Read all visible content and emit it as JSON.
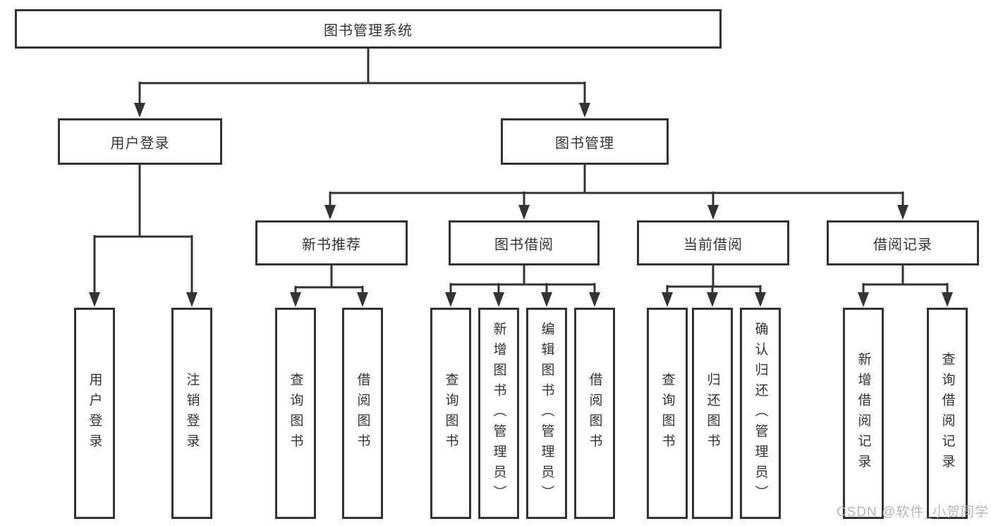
{
  "diagram": {
    "root": {
      "label": "图书管理系统"
    },
    "level2": {
      "user_login": {
        "label": "用户登录"
      },
      "book_management": {
        "label": "图书管理"
      }
    },
    "level3": {
      "new_book_recommend": {
        "label": "新书推荐"
      },
      "book_borrow": {
        "label": "图书借阅"
      },
      "current_borrow": {
        "label": "当前借阅"
      },
      "borrow_records": {
        "label": "借阅记录"
      }
    },
    "leaves": {
      "user_login": {
        "label": "用户登录"
      },
      "logout": {
        "label": "注销登录"
      },
      "query_books_recommend": {
        "label": "查询图书"
      },
      "borrow_books_recommend": {
        "label": "借阅图书"
      },
      "query_books_borrow": {
        "label": "查询图书"
      },
      "add_book_admin": {
        "label": "新增图书（管理员）"
      },
      "edit_book_admin": {
        "label": "编辑图书（管理员）"
      },
      "borrow_books_borrow": {
        "label": "借阅图书"
      },
      "query_books_current": {
        "label": "查询图书"
      },
      "return_books": {
        "label": "归还图书"
      },
      "confirm_return_admin": {
        "label": "确认归还（管理员）"
      },
      "add_borrow_record": {
        "label": "新增借阅记录"
      },
      "query_borrow_record": {
        "label": "查询借阅记录"
      }
    },
    "watermark": "CSDN @软件_小贺同学",
    "colors": {
      "line": "#333333",
      "text": "#333333",
      "background": "#ffffff",
      "watermark": "#b0b0b0"
    }
  }
}
